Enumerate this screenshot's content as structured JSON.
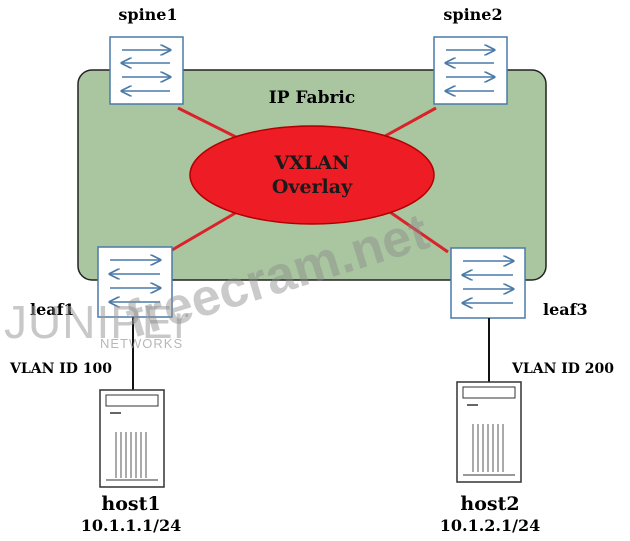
{
  "fabric": {
    "label": "IP Fabric",
    "fill": "#a9c6a0",
    "stroke": "#222222"
  },
  "overlay": {
    "label_line1": "VXLAN",
    "label_line2": "Overlay",
    "fill": "#ee1c24",
    "stroke": "#b00000"
  },
  "link_color": "#d9232a",
  "switch_stroke": "#4a7aa8",
  "nodes": {
    "spine1": "spine1",
    "spine2": "spine2",
    "leaf1": "leaf1",
    "leaf3": "leaf3"
  },
  "vlans": {
    "leaf1": "VLAN ID 100",
    "leaf3": "VLAN ID 200"
  },
  "hosts": [
    {
      "name": "host1",
      "ip": "10.1.1.1/24"
    },
    {
      "name": "host2",
      "ip": "10.1.2.1/24"
    }
  ],
  "watermarks": {
    "site": "freecram.net",
    "brand": "JUNIPEr",
    "brand_sub": "NETWORKS"
  }
}
